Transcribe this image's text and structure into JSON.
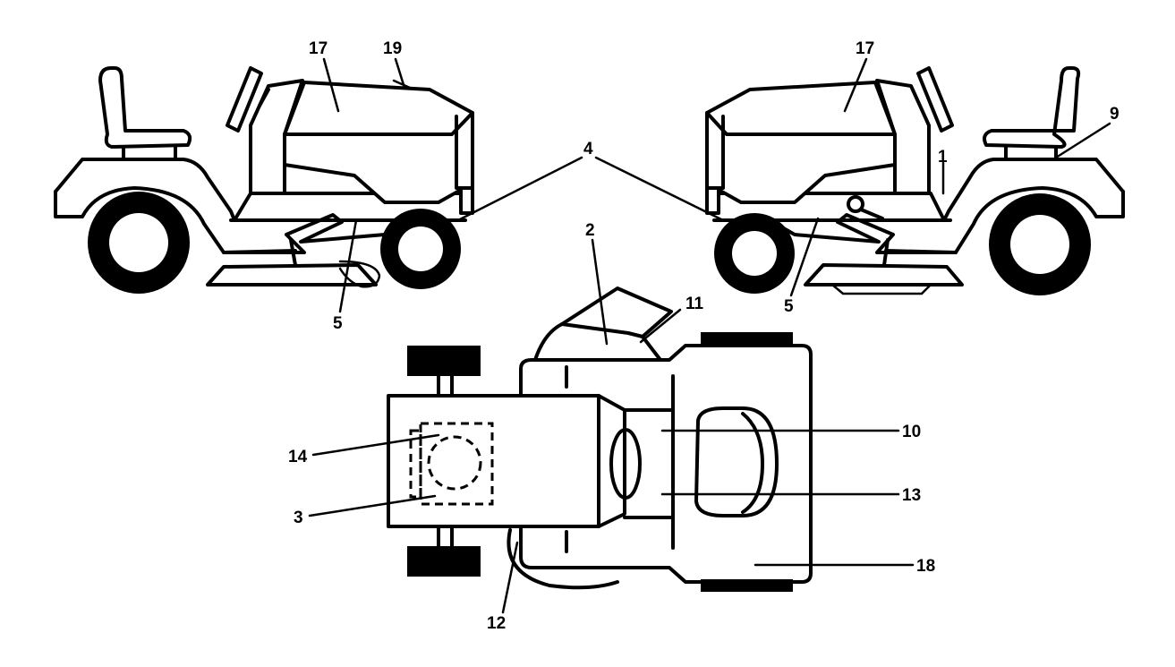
{
  "colors": {
    "line": "#000000",
    "background": "#ffffff"
  },
  "callouts": {
    "left_17": "17",
    "left_19": "19",
    "left_4": "4",
    "left_5": "5",
    "right_17": "17",
    "right_9": "9",
    "right_1": "1",
    "right_5": "5",
    "top_2": "2",
    "top_11": "11",
    "top_10": "10",
    "top_13": "13",
    "top_14": "14",
    "top_3": "3",
    "top_18": "18",
    "top_12": "12"
  }
}
